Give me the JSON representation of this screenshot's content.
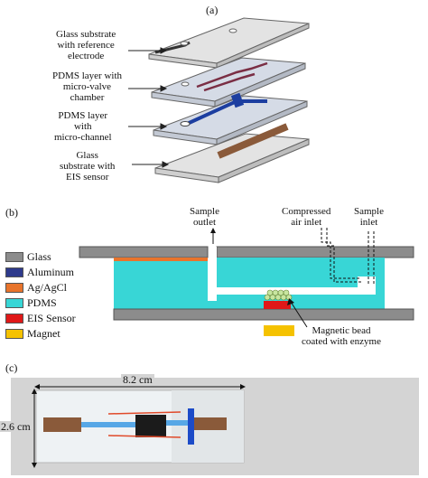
{
  "panels": {
    "a": {
      "letter": "(a)",
      "layers": [
        {
          "label": "Glass substrate\nwith reference\nelectrode"
        },
        {
          "label": "PDMS layer with\nmicro-valve\nchamber"
        },
        {
          "label": "PDMS layer\nwith\nmicro-channel"
        },
        {
          "label": "Glass\nsubstrate with\nEIS sensor"
        }
      ]
    },
    "b": {
      "letter": "(b)",
      "callouts": {
        "sample_outlet": "Sample\noutlet",
        "compressed_air_inlet": "Compressed\nair inlet",
        "sample_inlet": "Sample\ninlet",
        "magnetic_bead": "Magnetic bead\ncoated with enzyme"
      },
      "legend": [
        {
          "label": "Glass",
          "color": "#8c8c8c"
        },
        {
          "label": "Aluminum",
          "color": "#2e3a8c"
        },
        {
          "label": "Ag/AgCl",
          "color": "#e8742c"
        },
        {
          "label": "PDMS",
          "color": "#38d6d6"
        },
        {
          "label": "EIS Sensor",
          "color": "#e01818"
        },
        {
          "label": "Magnet",
          "color": "#f5c200"
        }
      ]
    },
    "c": {
      "letter": "(c)",
      "width_label": "8.2 cm",
      "height_label": "2.6 cm"
    }
  }
}
